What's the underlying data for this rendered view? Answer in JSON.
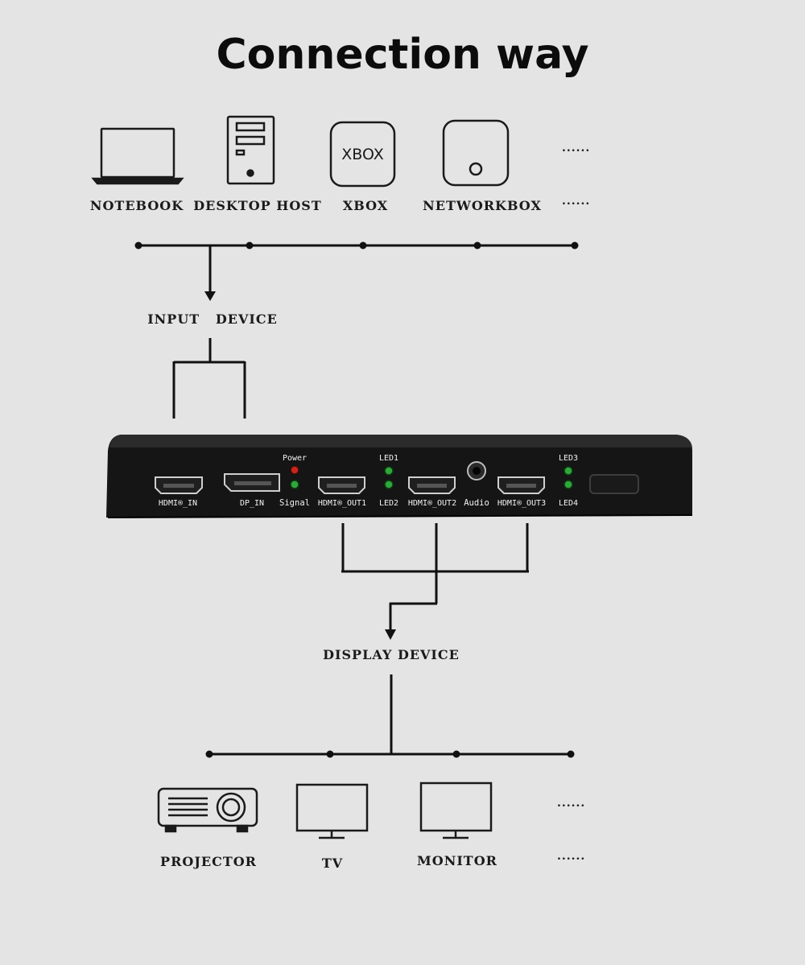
{
  "title": "Connection way",
  "inputs": {
    "devices": [
      "NOTEBOOK",
      "DESKTOP HOST",
      "XBOX",
      "NETWORKBOX"
    ],
    "more": "......",
    "xbox_icon_text": "XBOX",
    "group_label": "INPUT   DEVICE"
  },
  "device": {
    "ports": [
      "HDMI®_IN",
      "DP_IN",
      "HDMI®_OUT1",
      "HDMI®_OUT2",
      "Audio",
      "HDMI®_OUT3"
    ],
    "indicators": {
      "power": "Power",
      "signal": "Signal",
      "led1": "LED1",
      "led2": "LED2",
      "led3": "LED3",
      "led4": "LED4"
    },
    "colors": {
      "body": "#151515",
      "led_green": "#2fa83a",
      "led_red": "#c8261e"
    }
  },
  "outputs": {
    "group_label": "DISPLAY DEVICE",
    "devices": [
      "PROJECTOR",
      "TV",
      "MONITOR"
    ],
    "more": "......"
  }
}
